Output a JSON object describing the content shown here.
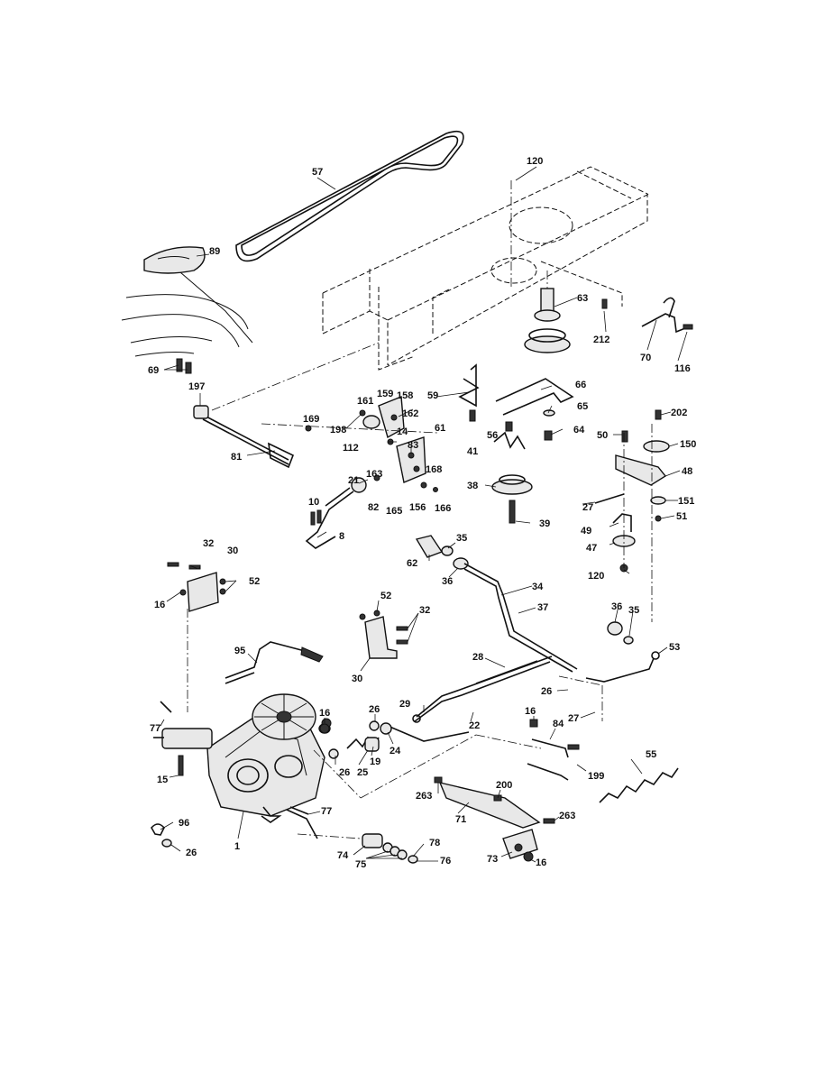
{
  "diagram": {
    "callouts": [
      {
        "id": "c57",
        "text": "57"
      },
      {
        "id": "c120a",
        "text": "120"
      },
      {
        "id": "c89",
        "text": "89"
      },
      {
        "id": "c63",
        "text": "63"
      },
      {
        "id": "c212",
        "text": "212"
      },
      {
        "id": "c70",
        "text": "70"
      },
      {
        "id": "c116",
        "text": "116"
      },
      {
        "id": "c69",
        "text": "69"
      },
      {
        "id": "c197",
        "text": "197"
      },
      {
        "id": "c161",
        "text": "161"
      },
      {
        "id": "c159",
        "text": "159"
      },
      {
        "id": "c158",
        "text": "158"
      },
      {
        "id": "c162",
        "text": "162"
      },
      {
        "id": "c59",
        "text": "59"
      },
      {
        "id": "c66",
        "text": "66"
      },
      {
        "id": "c65",
        "text": "65"
      },
      {
        "id": "c169",
        "text": "169"
      },
      {
        "id": "c198",
        "text": "198"
      },
      {
        "id": "c14",
        "text": "14"
      },
      {
        "id": "c83",
        "text": "83"
      },
      {
        "id": "c61",
        "text": "61"
      },
      {
        "id": "c56",
        "text": "56"
      },
      {
        "id": "c64",
        "text": "64"
      },
      {
        "id": "c202",
        "text": "202"
      },
      {
        "id": "c50",
        "text": "50"
      },
      {
        "id": "c150",
        "text": "150"
      },
      {
        "id": "c112",
        "text": "112"
      },
      {
        "id": "c41",
        "text": "41"
      },
      {
        "id": "c81",
        "text": "81"
      },
      {
        "id": "c168",
        "text": "168"
      },
      {
        "id": "c163",
        "text": "163"
      },
      {
        "id": "c48",
        "text": "48"
      },
      {
        "id": "c21",
        "text": "21"
      },
      {
        "id": "c38",
        "text": "38"
      },
      {
        "id": "c27a",
        "text": "27"
      },
      {
        "id": "c151",
        "text": "151"
      },
      {
        "id": "c10",
        "text": "10"
      },
      {
        "id": "c82",
        "text": "82"
      },
      {
        "id": "c165",
        "text": "165"
      },
      {
        "id": "c156",
        "text": "156"
      },
      {
        "id": "c166",
        "text": "166"
      },
      {
        "id": "c51",
        "text": "51"
      },
      {
        "id": "c39",
        "text": "39"
      },
      {
        "id": "c49",
        "text": "49"
      },
      {
        "id": "c8",
        "text": "8"
      },
      {
        "id": "c47",
        "text": "47"
      },
      {
        "id": "c35a",
        "text": "35"
      },
      {
        "id": "c32a",
        "text": "32"
      },
      {
        "id": "c30a",
        "text": "30"
      },
      {
        "id": "c62",
        "text": "62"
      },
      {
        "id": "c120b",
        "text": "120"
      },
      {
        "id": "c52a",
        "text": "52"
      },
      {
        "id": "c36a",
        "text": "36"
      },
      {
        "id": "c16a",
        "text": "16"
      },
      {
        "id": "c34",
        "text": "34"
      },
      {
        "id": "c52b",
        "text": "52"
      },
      {
        "id": "c37",
        "text": "37"
      },
      {
        "id": "c32b",
        "text": "32"
      },
      {
        "id": "c36b",
        "text": "36"
      },
      {
        "id": "c35b",
        "text": "35"
      },
      {
        "id": "c95",
        "text": "95"
      },
      {
        "id": "c53",
        "text": "53"
      },
      {
        "id": "c28",
        "text": "28"
      },
      {
        "id": "c30b",
        "text": "30"
      },
      {
        "id": "c26a",
        "text": "26"
      },
      {
        "id": "c29",
        "text": "29"
      },
      {
        "id": "c16b",
        "text": "16"
      },
      {
        "id": "c26b",
        "text": "26"
      },
      {
        "id": "c27b",
        "text": "27"
      },
      {
        "id": "c77a",
        "text": "77"
      },
      {
        "id": "c22",
        "text": "22"
      },
      {
        "id": "c16c",
        "text": "16"
      },
      {
        "id": "c84",
        "text": "84"
      },
      {
        "id": "c24",
        "text": "24"
      },
      {
        "id": "c55",
        "text": "55"
      },
      {
        "id": "c26c",
        "text": "26"
      },
      {
        "id": "c25",
        "text": "25"
      },
      {
        "id": "c19",
        "text": "19"
      },
      {
        "id": "c15",
        "text": "15"
      },
      {
        "id": "c199",
        "text": "199"
      },
      {
        "id": "c200",
        "text": "200"
      },
      {
        "id": "c263a",
        "text": "263"
      },
      {
        "id": "c77b",
        "text": "77"
      },
      {
        "id": "c71",
        "text": "71"
      },
      {
        "id": "c263b",
        "text": "263"
      },
      {
        "id": "c96",
        "text": "96"
      },
      {
        "id": "c1",
        "text": "1"
      },
      {
        "id": "c78",
        "text": "78"
      },
      {
        "id": "c26d",
        "text": "26"
      },
      {
        "id": "c74",
        "text": "74"
      },
      {
        "id": "c73",
        "text": "73"
      },
      {
        "id": "c75",
        "text": "75"
      },
      {
        "id": "c76",
        "text": "76"
      },
      {
        "id": "c16d",
        "text": "16"
      }
    ]
  }
}
